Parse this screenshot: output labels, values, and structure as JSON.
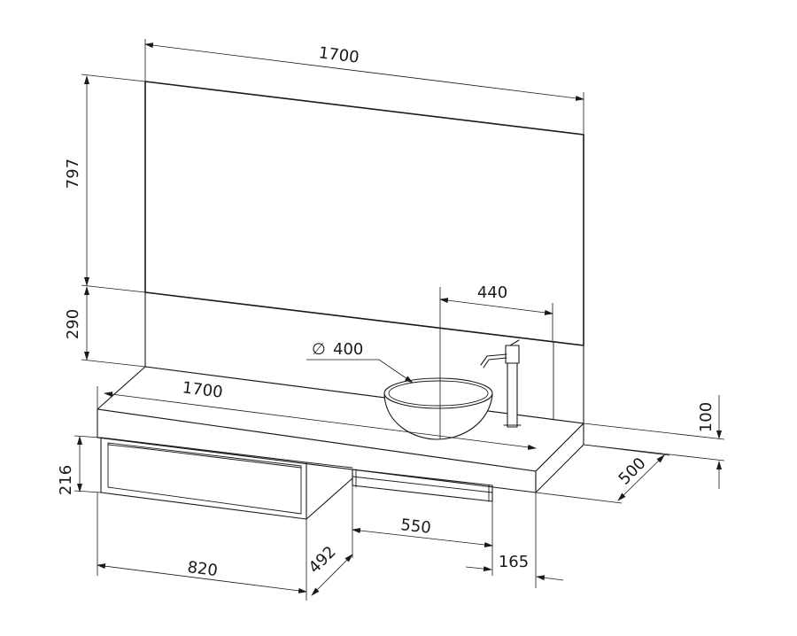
{
  "dimensions": {
    "mirror_width": "1700",
    "mirror_height": "797",
    "backsplash_height": "290",
    "counter_width": "1700",
    "counter_thickness": "100",
    "counter_depth": "500",
    "basin_diameter_symbol": "∅",
    "basin_diameter": "400",
    "faucet_offset": "440",
    "shelf_height": "216",
    "shelf_width": "820",
    "shelf_depth": "492",
    "towel_rail_width": "550",
    "rail_end_offset": "165"
  },
  "colors": {
    "line": "#1a1a1a",
    "background": "#ffffff"
  }
}
